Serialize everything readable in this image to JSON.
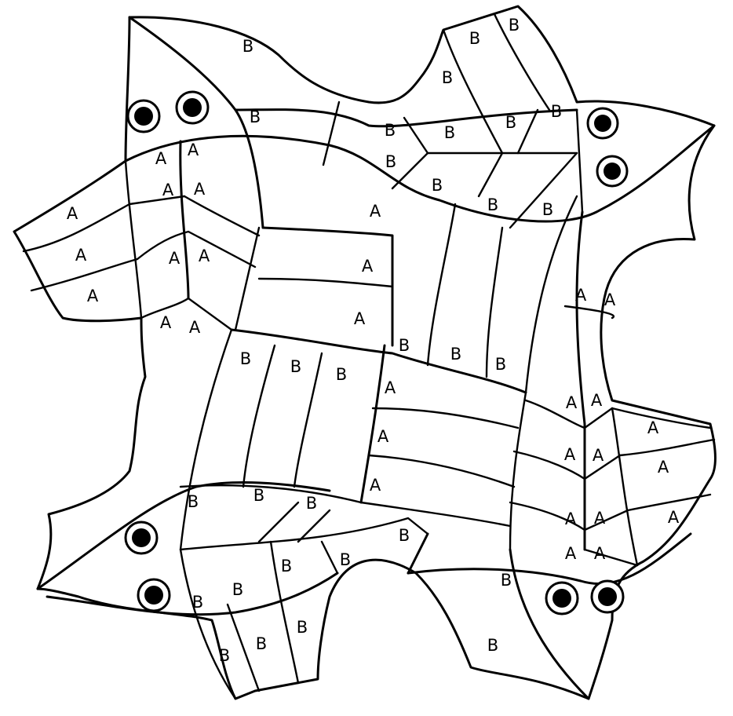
{
  "tile": {
    "label_a": "A",
    "label_b": "B"
  },
  "eye_count": 8
}
